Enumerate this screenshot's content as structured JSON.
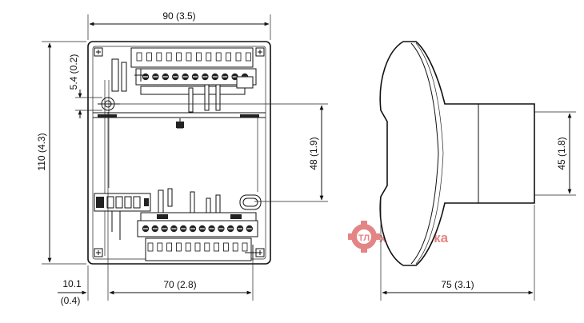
{
  "dimensions": {
    "width_top": "90 (3.5)",
    "height_left": "110 (4.3)",
    "small_top": "5.4 (0.2)",
    "mount_span": "48 (1.9)",
    "offset_value": "10.1",
    "offset_inch": "(0.4)",
    "hole_span": "70 (2.8)",
    "depth": "75 (3.1)",
    "side_step": "45 (1.8)"
  },
  "watermark": {
    "logo": "ТЛ",
    "text": "хнологика"
  },
  "colors": {
    "line": "#111111",
    "watermark": "#e07070"
  }
}
